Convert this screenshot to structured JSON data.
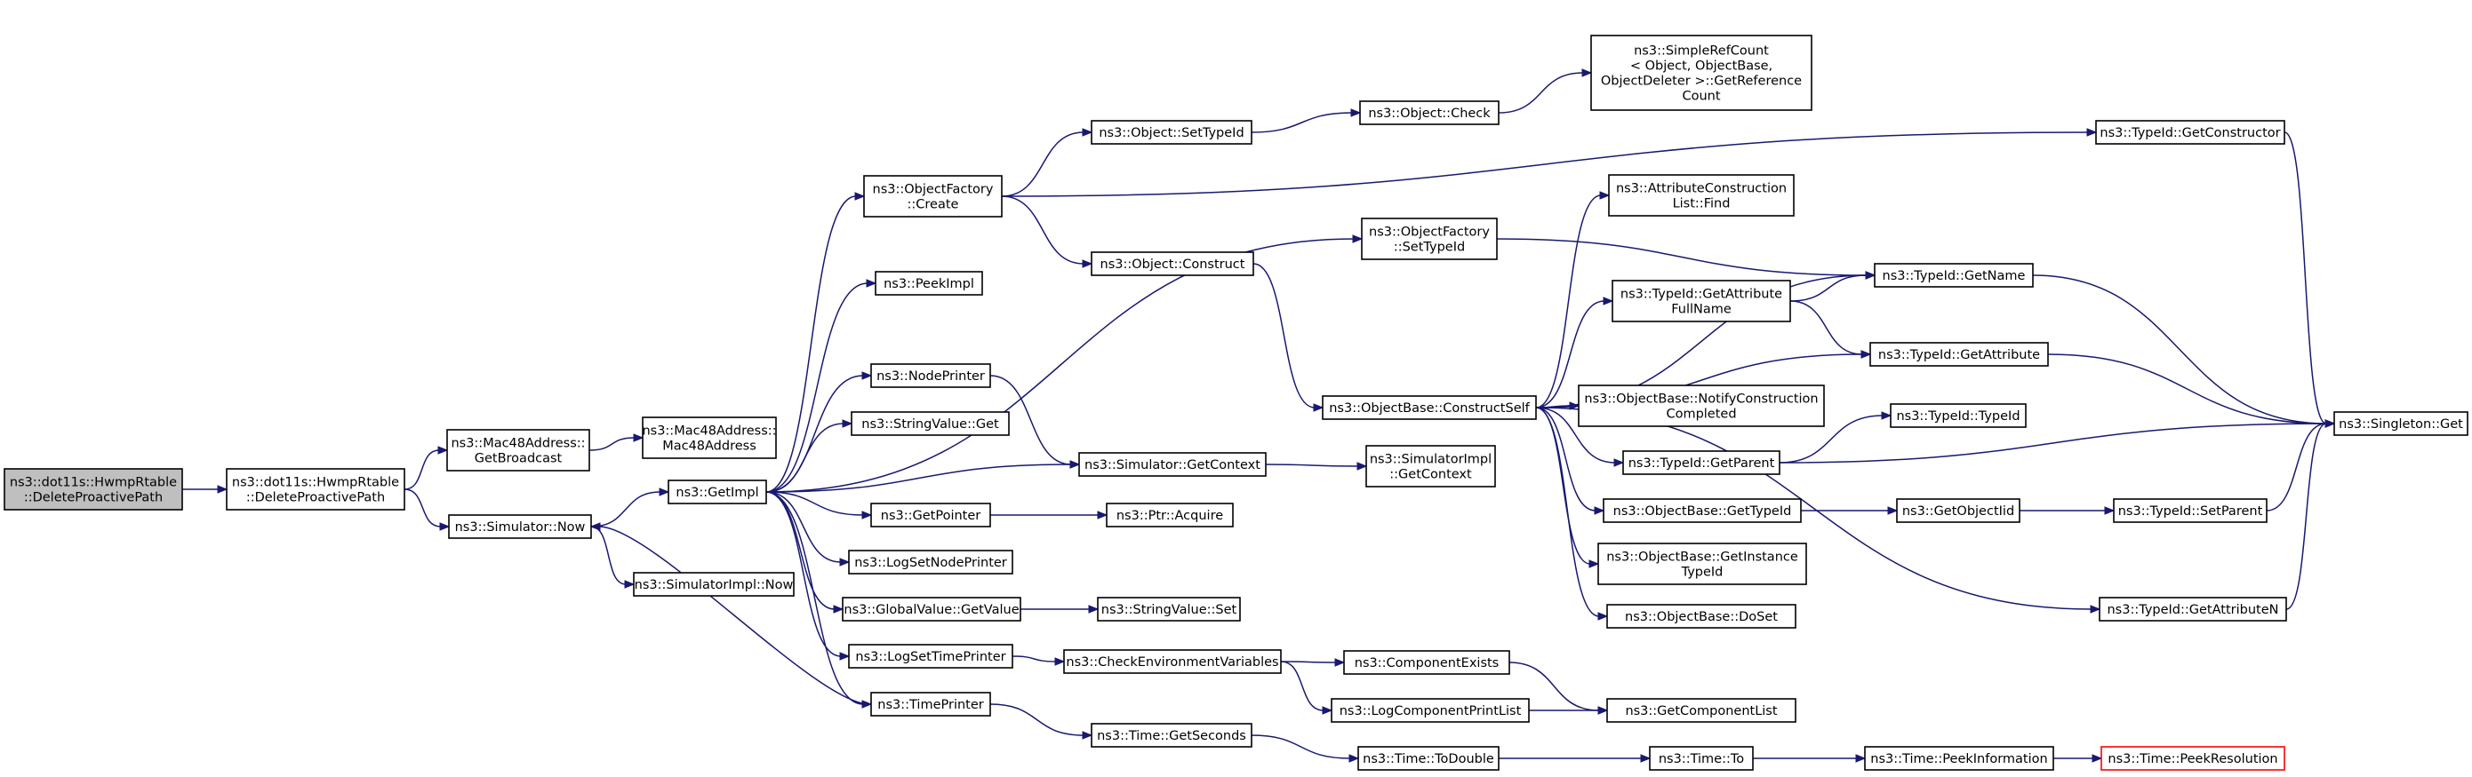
{
  "diagram": {
    "type": "call-graph",
    "colors": {
      "edge": "#191970",
      "node_border": "#000000",
      "root_fill": "#bfbfbf",
      "highlight_border": "#ff0000",
      "background": "#ffffff"
    },
    "nodes": [
      {
        "id": "root",
        "lines": [
          "ns3::dot11s::HwmpRtable",
          "::DeleteProactivePath"
        ],
        "style": "root"
      },
      {
        "id": "dpp",
        "lines": [
          "ns3::dot11s::HwmpRtable",
          "::DeleteProactivePath"
        ]
      },
      {
        "id": "getbroadcast",
        "lines": [
          "ns3::Mac48Address::",
          "GetBroadcast"
        ]
      },
      {
        "id": "mac48",
        "lines": [
          "ns3::Mac48Address::",
          "Mac48Address"
        ]
      },
      {
        "id": "simnow",
        "lines": [
          "ns3::Simulator::Now"
        ]
      },
      {
        "id": "simimplnow",
        "lines": [
          "ns3::SimulatorImpl::Now"
        ]
      },
      {
        "id": "getimpl",
        "lines": [
          "ns3::GetImpl"
        ]
      },
      {
        "id": "ofcreate",
        "lines": [
          "ns3::ObjectFactory",
          "::Create"
        ]
      },
      {
        "id": "peekimpl",
        "lines": [
          "ns3::PeekImpl"
        ]
      },
      {
        "id": "nodeprinter",
        "lines": [
          "ns3::NodePrinter"
        ]
      },
      {
        "id": "strget",
        "lines": [
          "ns3::StringValue::Get"
        ]
      },
      {
        "id": "getpointer",
        "lines": [
          "ns3::GetPointer"
        ]
      },
      {
        "id": "logsetnode",
        "lines": [
          "ns3::LogSetNodePrinter"
        ]
      },
      {
        "id": "gvgetvalue",
        "lines": [
          "ns3::GlobalValue::GetValue"
        ]
      },
      {
        "id": "logsettime",
        "lines": [
          "ns3::LogSetTimePrinter"
        ]
      },
      {
        "id": "timeprinter",
        "lines": [
          "ns3::TimePrinter"
        ]
      },
      {
        "id": "objsettypeid",
        "lines": [
          "ns3::Object::SetTypeId"
        ]
      },
      {
        "id": "objconstruct",
        "lines": [
          "ns3::Object::Construct"
        ]
      },
      {
        "id": "simgetctx",
        "lines": [
          "ns3::Simulator::GetContext"
        ]
      },
      {
        "id": "ptracquire",
        "lines": [
          "ns3::Ptr::Acquire"
        ]
      },
      {
        "id": "strset",
        "lines": [
          "ns3::StringValue::Set"
        ]
      },
      {
        "id": "checkenv",
        "lines": [
          "ns3::CheckEnvironmentVariables"
        ]
      },
      {
        "id": "getseconds",
        "lines": [
          "ns3::Time::GetSeconds"
        ]
      },
      {
        "id": "objcheck",
        "lines": [
          "ns3::Object::Check"
        ]
      },
      {
        "id": "ofsettypeid",
        "lines": [
          "ns3::ObjectFactory",
          "::SetTypeId"
        ]
      },
      {
        "id": "constructself",
        "lines": [
          "ns3::ObjectBase::ConstructSelf"
        ]
      },
      {
        "id": "simimplctx",
        "lines": [
          "ns3::SimulatorImpl",
          "::GetContext"
        ]
      },
      {
        "id": "compexists",
        "lines": [
          "ns3::ComponentExists"
        ]
      },
      {
        "id": "logcompprint",
        "lines": [
          "ns3::LogComponentPrintList"
        ]
      },
      {
        "id": "todouble",
        "lines": [
          "ns3::Time::ToDouble"
        ]
      },
      {
        "id": "getrefcount",
        "lines": [
          "ns3::SimpleRefCount",
          "< Object, ObjectBase,",
          "ObjectDeleter >::GetReference",
          "Count"
        ]
      },
      {
        "id": "acfind",
        "lines": [
          "ns3::AttributeConstruction",
          "List::Find"
        ]
      },
      {
        "id": "getattrfull",
        "lines": [
          "ns3::TypeId::GetAttribute",
          "FullName"
        ]
      },
      {
        "id": "notifyconst",
        "lines": [
          "ns3::ObjectBase::NotifyConstruction",
          "Completed"
        ]
      },
      {
        "id": "getparent",
        "lines": [
          "ns3::TypeId::GetParent"
        ]
      },
      {
        "id": "obgettypeid",
        "lines": [
          "ns3::ObjectBase::GetTypeId"
        ]
      },
      {
        "id": "getinsttypeid",
        "lines": [
          "ns3::ObjectBase::GetInstance",
          "TypeId"
        ]
      },
      {
        "id": "doset",
        "lines": [
          "ns3::ObjectBase::DoSet"
        ]
      },
      {
        "id": "getcomplist",
        "lines": [
          "ns3::GetComponentList"
        ]
      },
      {
        "id": "timeto",
        "lines": [
          "ns3::Time::To"
        ]
      },
      {
        "id": "getname",
        "lines": [
          "ns3::TypeId::GetName"
        ]
      },
      {
        "id": "getattribute",
        "lines": [
          "ns3::TypeId::GetAttribute"
        ]
      },
      {
        "id": "typeidtypeid",
        "lines": [
          "ns3::TypeId::TypeId"
        ]
      },
      {
        "id": "getobjectiid",
        "lines": [
          "ns3::GetObjectIid"
        ]
      },
      {
        "id": "peekinfo",
        "lines": [
          "ns3::Time::PeekInformation"
        ]
      },
      {
        "id": "getconstructor",
        "lines": [
          "ns3::TypeId::GetConstructor"
        ]
      },
      {
        "id": "setparent",
        "lines": [
          "ns3::TypeId::SetParent"
        ]
      },
      {
        "id": "getattributen",
        "lines": [
          "ns3::TypeId::GetAttributeN"
        ]
      },
      {
        "id": "peekres",
        "lines": [
          "ns3::Time::PeekResolution"
        ],
        "style": "red"
      },
      {
        "id": "singleton",
        "lines": [
          "ns3::Singleton::Get"
        ]
      }
    ]
  }
}
